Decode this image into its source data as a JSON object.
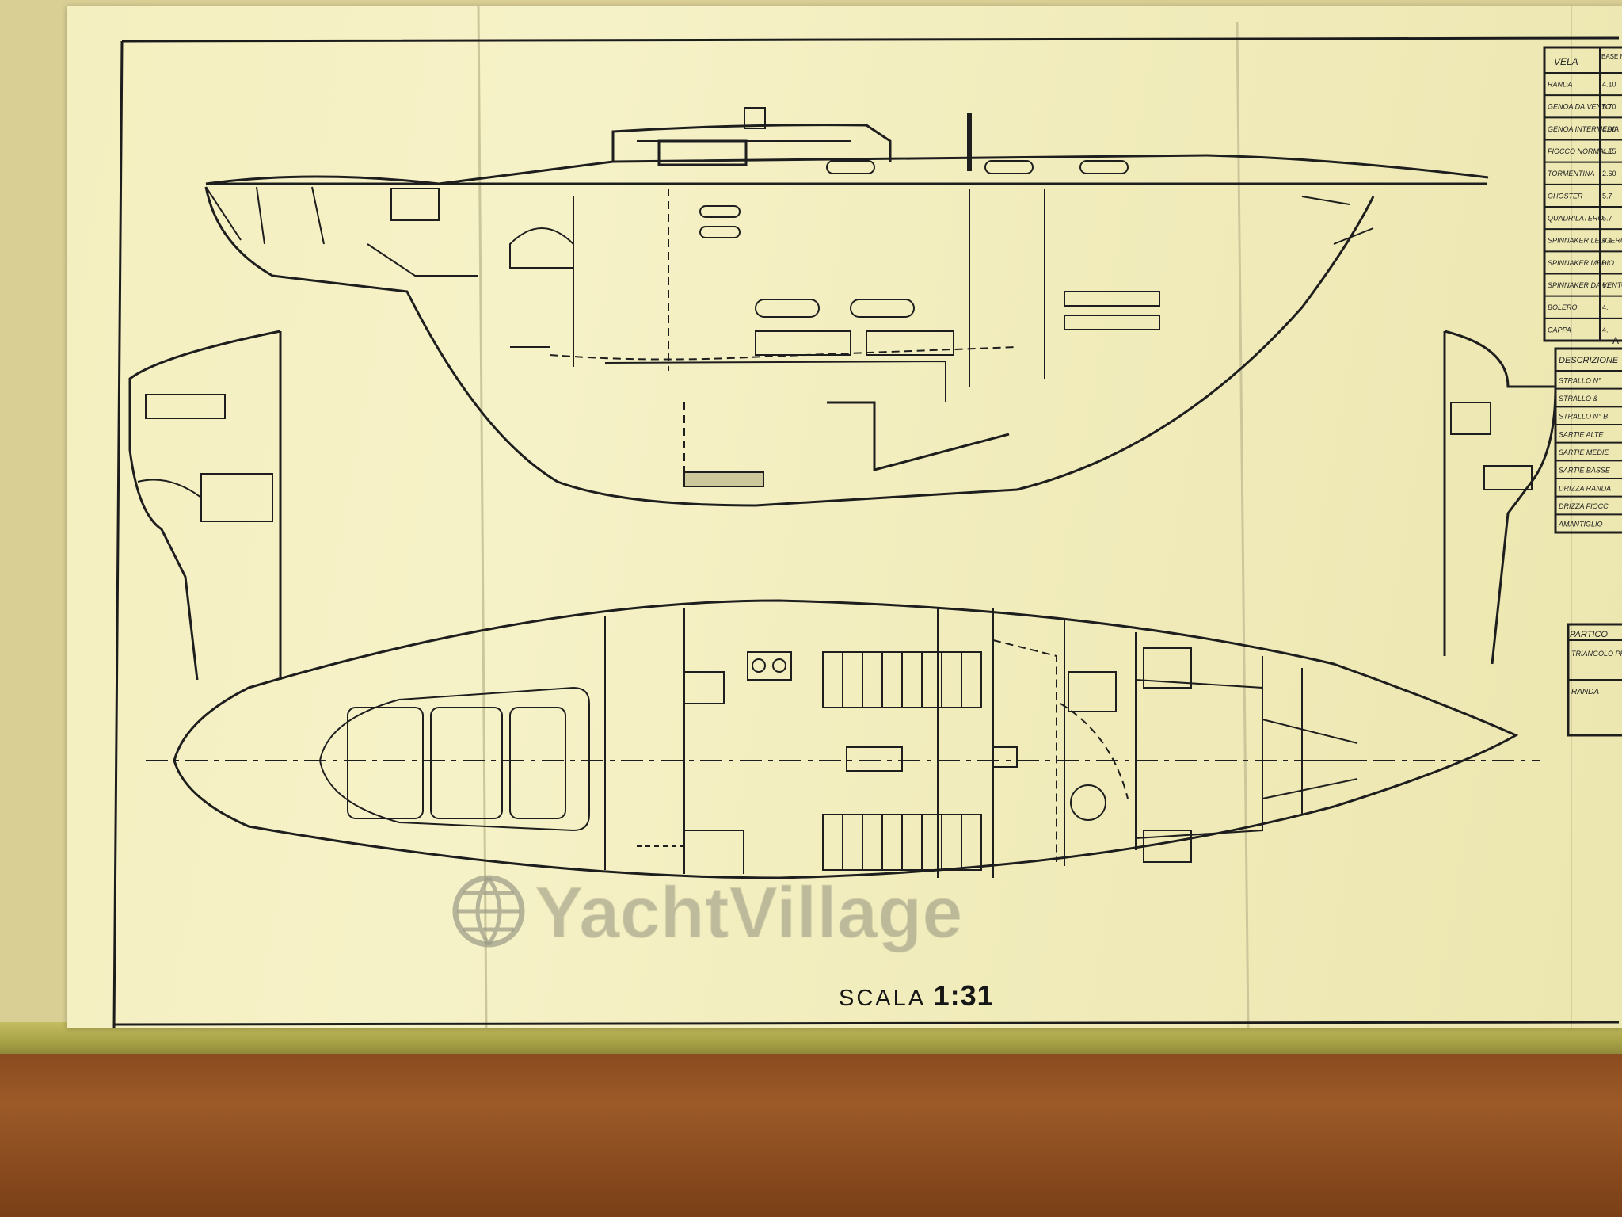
{
  "document": {
    "scale_label": "SCALA",
    "scale_value": "1:31",
    "watermark": "YachtVillage"
  },
  "sail_table": {
    "header": [
      "VELA",
      "BASE MIN"
    ],
    "rows": [
      [
        "RANDA",
        "4.10"
      ],
      [
        "GENOA DA VENTO",
        "5.70"
      ],
      [
        "GENOA INTERMEDIA",
        "4.90"
      ],
      [
        "FIOCCO NORMALE",
        "4.15"
      ],
      [
        "TORMENTINA",
        "2.60"
      ],
      [
        "GHOSTER",
        "5.7"
      ],
      [
        "QUADRILATERO",
        "5.7"
      ],
      [
        "SPINNAKER LEGGERO",
        "6.1"
      ],
      [
        "SPINNAKER MEDIO",
        "6."
      ],
      [
        "SPINNAKER DA VENTO",
        "6."
      ],
      [
        "BOLERO",
        "4."
      ],
      [
        "CAPPA",
        "4."
      ]
    ]
  },
  "rigging_table": {
    "header_fragment": "A",
    "header": "DESCRIZIONE",
    "rows": [
      "STRALLO N°",
      "STRALLO &",
      "STRALLO N° B",
      "SARTIE ALTE",
      "SARTIE MEDIE",
      "SARTIE BASSE",
      "DRIZZA RANDA",
      "DRIZZA FIOCC",
      "AMANTIGLIO"
    ]
  },
  "particulars_table": {
    "header": "PARTICO",
    "rows": [
      "TRIANGOLO PRORA",
      "RANDA"
    ]
  },
  "colors": {
    "paper": "#f4efbf",
    "ink": "#222222",
    "wall": "#d9cf95",
    "shelf": "#a9a347",
    "floor": "#8a4b1f"
  }
}
